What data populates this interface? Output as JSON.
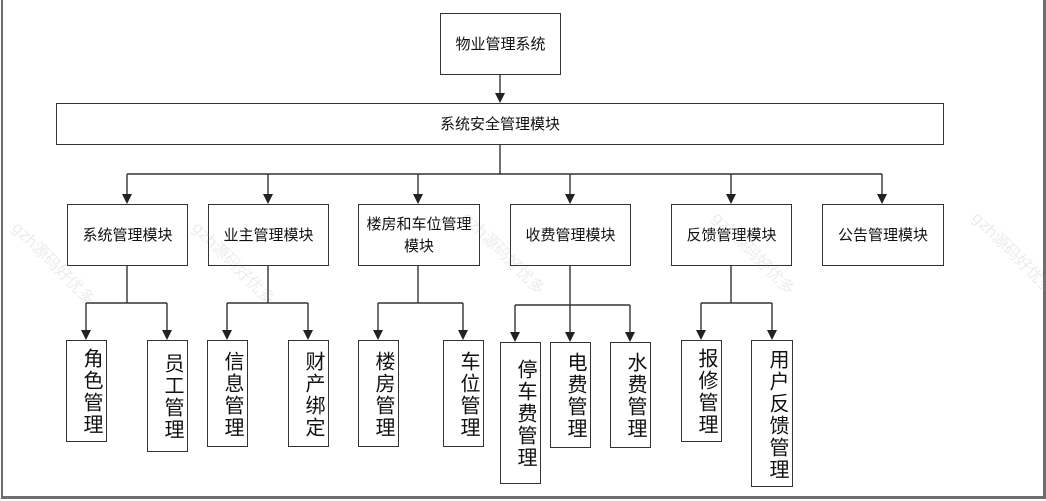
{
  "root": {
    "label": "物业管理系统"
  },
  "security": {
    "label": "系统安全管理模块"
  },
  "modules": [
    {
      "label": "系统管理模块",
      "children": [
        "角色管理",
        "员工管理"
      ]
    },
    {
      "label": "业主管理模块",
      "children": [
        "信息管理",
        "财产绑定"
      ]
    },
    {
      "label": "楼房和车位管理模块",
      "children": [
        "楼房管理",
        "车位管理"
      ]
    },
    {
      "label": "收费管理模块",
      "children": [
        "停车费管理",
        "电费管理",
        "水费管理"
      ]
    },
    {
      "label": "反馈管理模块",
      "children": [
        "报修管理",
        "用户反馈管理"
      ]
    },
    {
      "label": "公告管理模块",
      "children": []
    }
  ],
  "watermark": "gzh源码好优多",
  "colors": {
    "line": "#333333",
    "frame": "#6e6e6e",
    "background": "#ffffff"
  }
}
